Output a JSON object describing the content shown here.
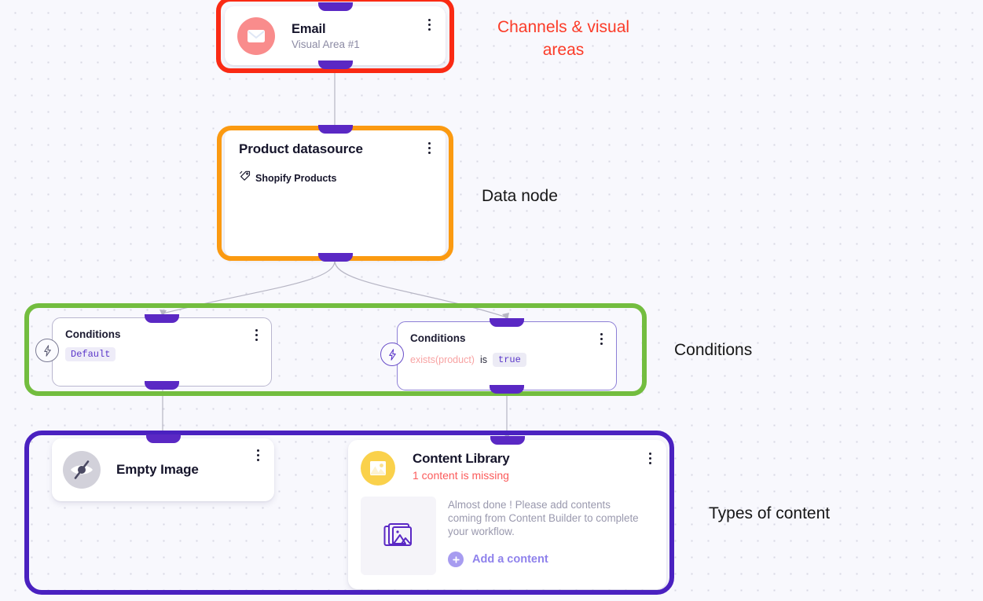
{
  "canvas": {
    "background": "#f8f8fd",
    "dot_color": "#d8d8e4"
  },
  "nodes": {
    "email": {
      "title": "Email",
      "subtitle": "Visual Area #1",
      "icon": "envelope-icon",
      "icon_bg": "#f98c8c"
    },
    "datasource": {
      "title": "Product datasource",
      "source_label": "Shopify Products",
      "icon": "shopify-tag-icon"
    },
    "conditions_left": {
      "title": "Conditions",
      "chip": "Default",
      "badge_icon": "lightning-bolt-icon"
    },
    "conditions_right": {
      "title": "Conditions",
      "expression_field": "exists(product)",
      "expression_operator": "is",
      "expression_value": "true",
      "badge_icon": "lightning-bolt-icon"
    },
    "empty_image": {
      "title": "Empty Image",
      "icon": "eye-off-icon",
      "icon_bg": "#d2d1da"
    },
    "content_library": {
      "title": "Content Library",
      "status": "1 content is missing",
      "status_color": "#fb5b5b",
      "description": "Almost done ! Please add contents coming from Content Builder to complete your workflow.",
      "add_label": "Add a content",
      "icon": "image-icon",
      "icon_bg": "#fad14b",
      "thumb_icon": "images-stack-icon",
      "add_icon": "plus-icon"
    }
  },
  "annotations": {
    "channels": "Channels & visual areas",
    "data_node": "Data node",
    "conditions": "Conditions",
    "types_of_content": "Types of content"
  },
  "frames": {
    "channels_color": "#fa2a14",
    "data_color": "#fb9a11",
    "conditions_color": "#73bd3f",
    "content_color": "#4a21c0"
  }
}
